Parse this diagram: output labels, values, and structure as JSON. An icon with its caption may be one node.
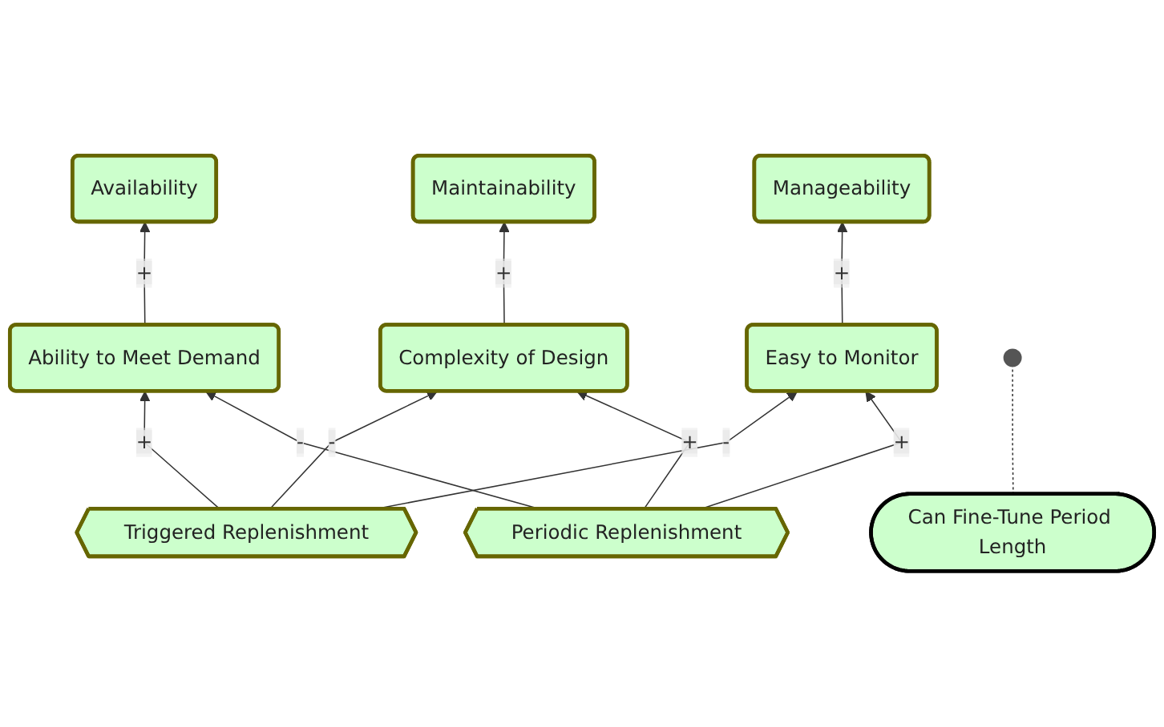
{
  "diagram": {
    "nodes": [
      {
        "text": [
          "Availability"
        ]
      },
      {
        "text": [
          "Maintainability"
        ]
      },
      {
        "text": [
          "Manageability"
        ]
      },
      {
        "text": [
          "Ability to Meet Demand"
        ]
      },
      {
        "text": [
          "Complexity of Design"
        ]
      },
      {
        "text": [
          "Easy to Monitor"
        ]
      },
      {
        "text": [
          "Triggered Replenishment"
        ]
      },
      {
        "text": [
          "Periodic Replenishment"
        ]
      },
      {
        "text": [
          "Can Fine-Tune Period Length"
        ]
      }
    ],
    "edges": [
      {
        "from": 3,
        "to": 0,
        "arrow": "to",
        "label": "+"
      },
      {
        "from": 4,
        "to": 1,
        "arrow": "to",
        "label": "+"
      },
      {
        "from": 5,
        "to": 2,
        "arrow": "to",
        "label": "+"
      },
      {
        "from": 6,
        "to": 3,
        "arrow": "to",
        "label": "+"
      },
      {
        "from": 7,
        "to": 3,
        "arrow": "to",
        "label": "-"
      },
      {
        "from": 6,
        "to": 4,
        "arrow": "to",
        "label": "-"
      },
      {
        "from": 7,
        "to": 4,
        "arrow": "to",
        "label": "+"
      },
      {
        "from": 6,
        "to": 5,
        "arrow": "to",
        "label": "-"
      },
      {
        "from": 7,
        "to": 5,
        "arrow": "to",
        "label": "+"
      },
      {
        "from": 8,
        "to": null,
        "arrow": "none",
        "style": "dashed"
      }
    ]
  }
}
